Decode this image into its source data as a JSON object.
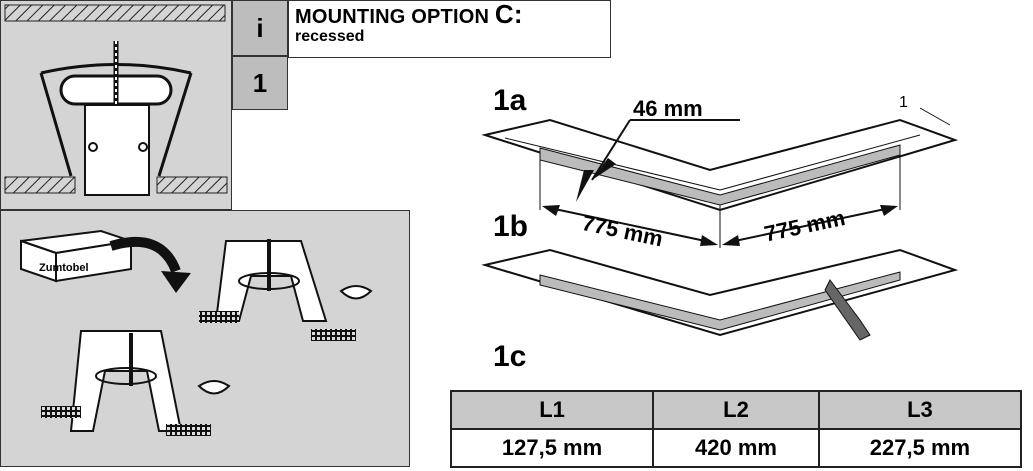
{
  "header": {
    "info_icon_label": "i",
    "step_number": "1",
    "title": "MOUNTING OPTION",
    "title_letter": "C:",
    "subtitle": "recessed"
  },
  "illustration": {
    "box_label": "Zumtobel"
  },
  "steps": {
    "a": "1a",
    "b": "1b",
    "c": "1c"
  },
  "dimensions": {
    "width_label": "46 mm",
    "left_length": "775 mm",
    "right_length": "775 mm",
    "callout": "1"
  },
  "table": {
    "headers": [
      "L1",
      "L2",
      "L3"
    ],
    "values": [
      "127,5 mm",
      "420 mm",
      "227,5 mm"
    ]
  }
}
